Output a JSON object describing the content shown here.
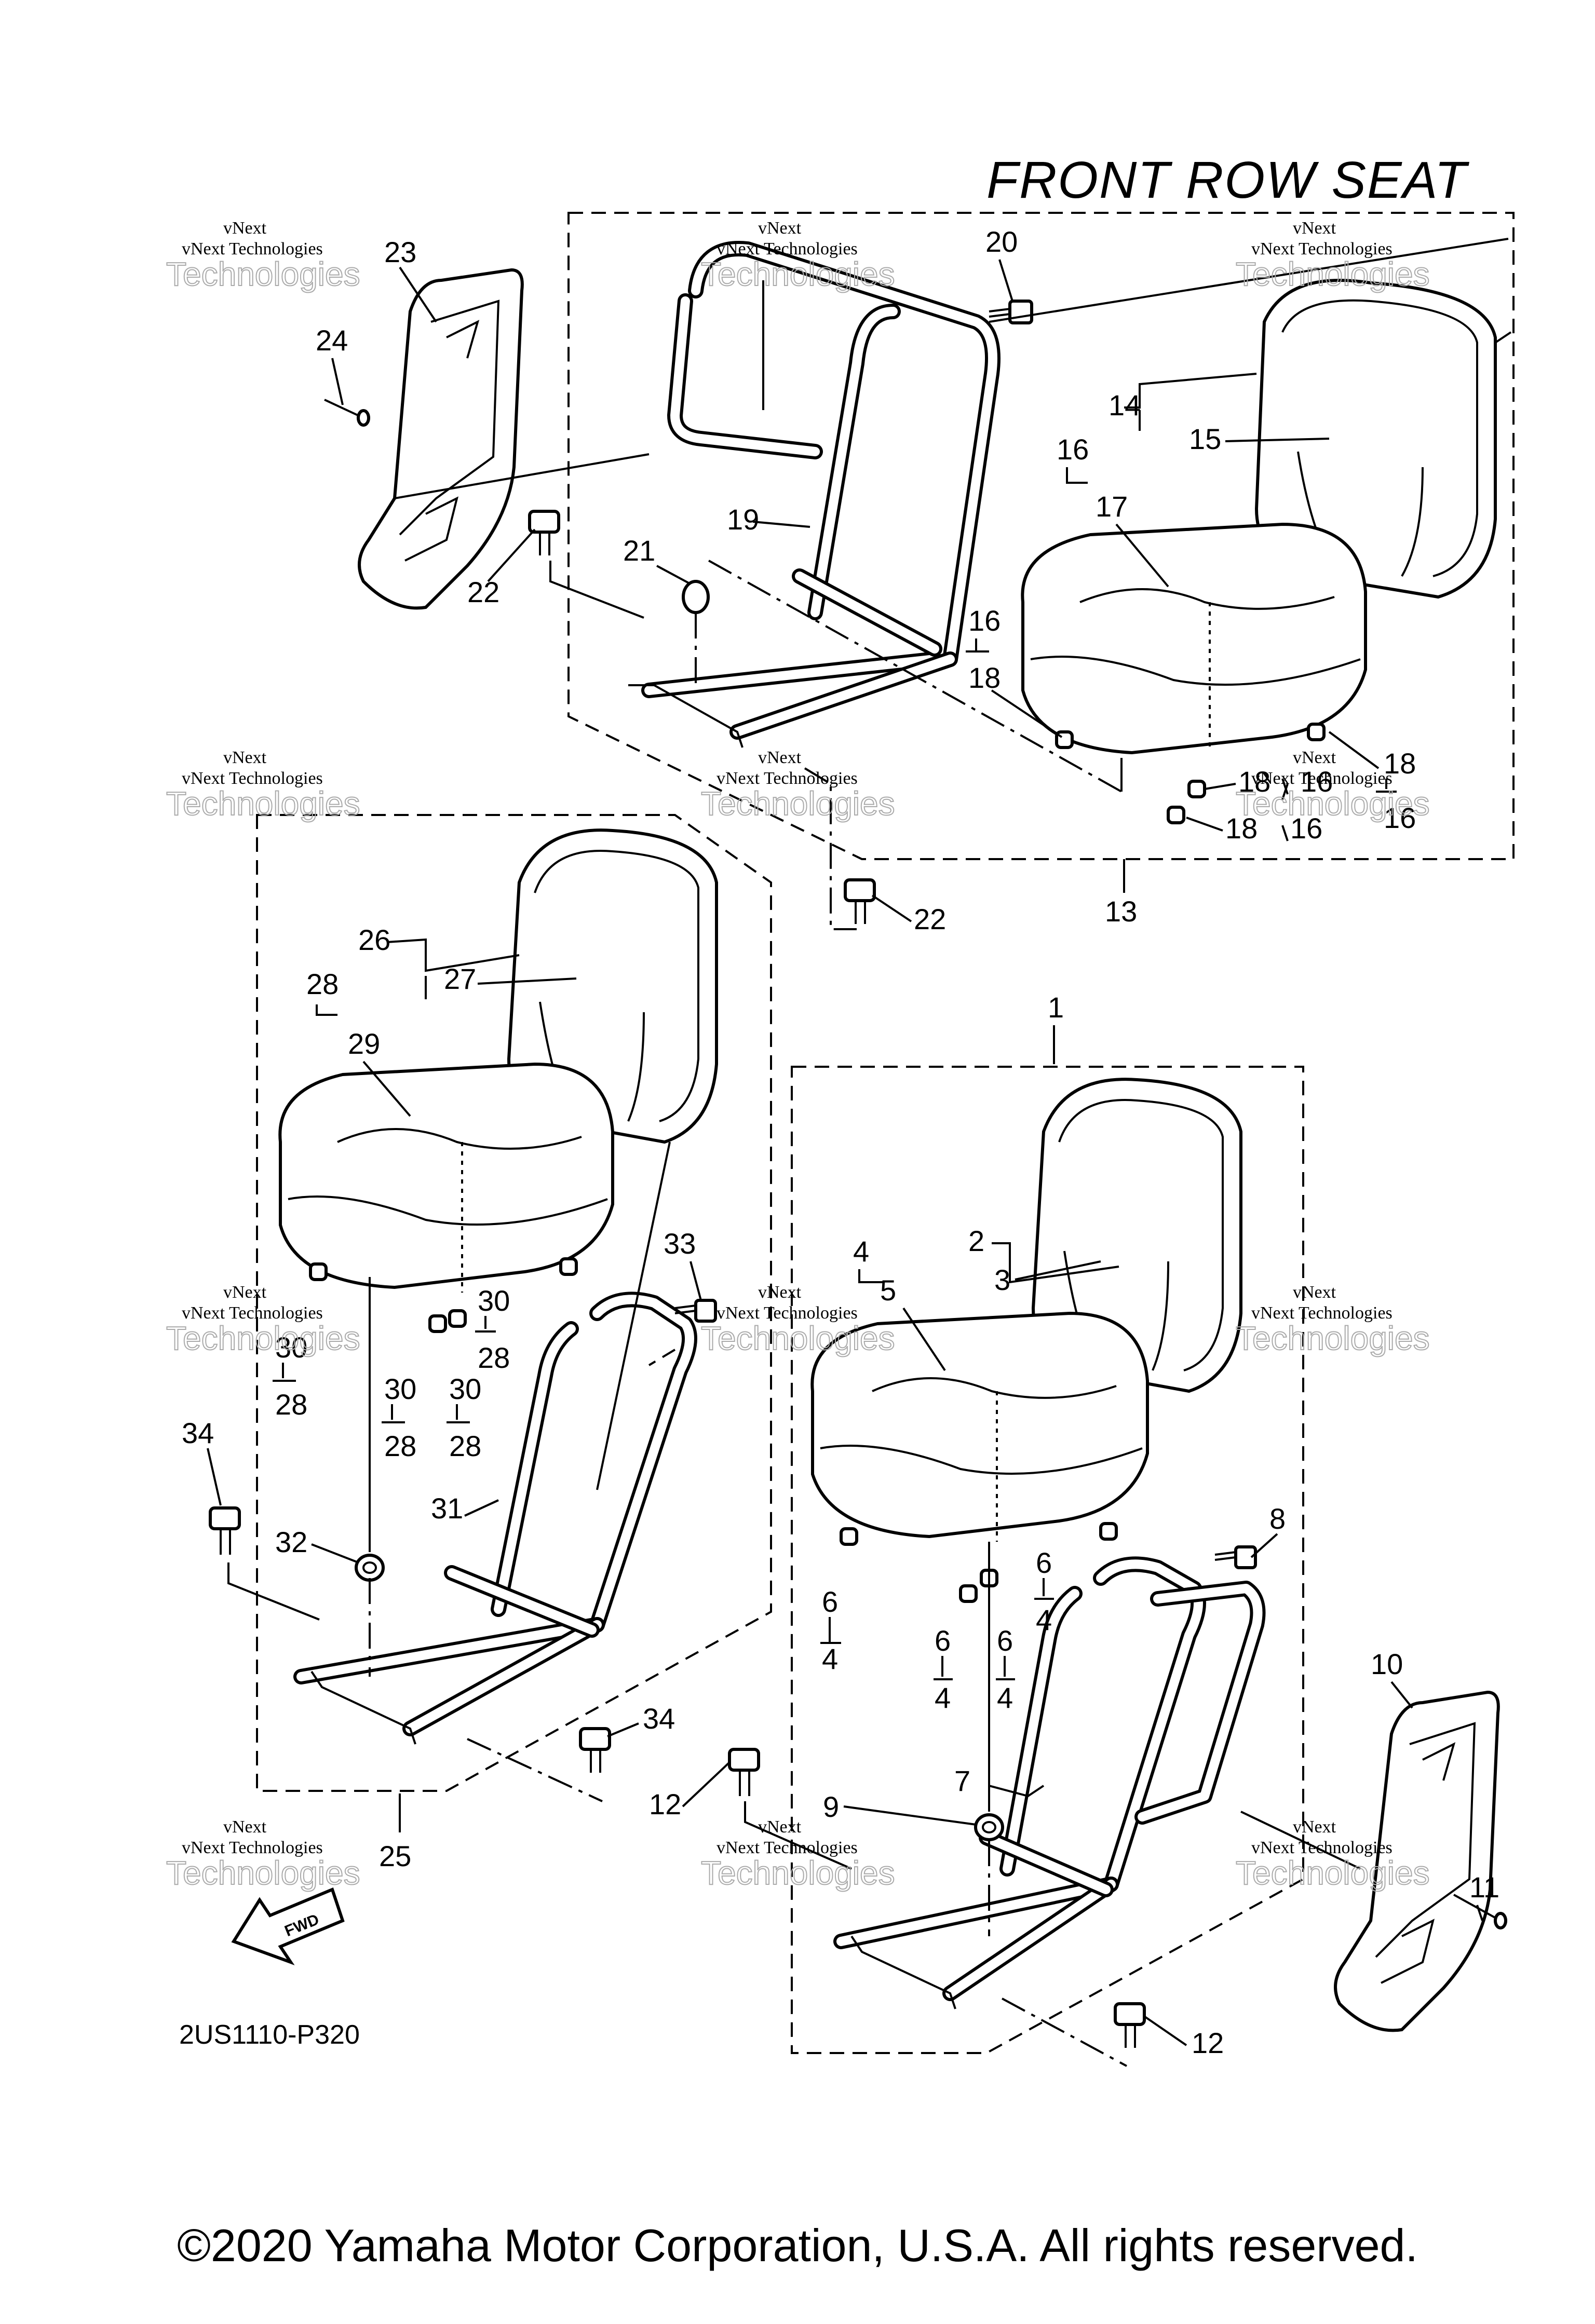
{
  "title": "FRONT ROW SEAT",
  "diagram_code": "2US1110-P320",
  "copyright": "©2020 Yamaha Motor Corporation, U.S.A. All rights reserved.",
  "watermark": {
    "line1": "vNext",
    "line2": "vNext Technologies",
    "line3": "Technologies"
  },
  "fwd_label": "FWD",
  "callouts": {
    "c1": "1",
    "c2": "2",
    "c3": "3",
    "c4a": "4",
    "c4b": "4",
    "c4c": "4",
    "c4d": "4",
    "c4e": "4",
    "c5": "5",
    "c6a": "6",
    "c6b": "6",
    "c6c": "6",
    "c6d": "6",
    "c7": "7",
    "c8": "8",
    "c9": "9",
    "c10": "10",
    "c11": "11",
    "c12a": "12",
    "c12b": "12",
    "c13": "13",
    "c14": "14",
    "c15": "15",
    "c16a": "16",
    "c16b": "16",
    "c16c": "16",
    "c16d": "16",
    "c16e": "16",
    "c17": "17",
    "c18a": "18",
    "c18b": "18",
    "c18c": "18",
    "c18d": "18",
    "c19": "19",
    "c20": "20",
    "c21": "21",
    "c22a": "22",
    "c22b": "22",
    "c23": "23",
    "c24": "24",
    "c25": "25",
    "c26": "26",
    "c27": "27",
    "c28a": "28",
    "c28b": "28",
    "c28c": "28",
    "c28d": "28",
    "c28e": "28",
    "c29": "29",
    "c30a": "30",
    "c30b": "30",
    "c30c": "30",
    "c30d": "30",
    "c31": "31",
    "c32": "32",
    "c33": "33",
    "c34a": "34",
    "c34b": "34"
  }
}
